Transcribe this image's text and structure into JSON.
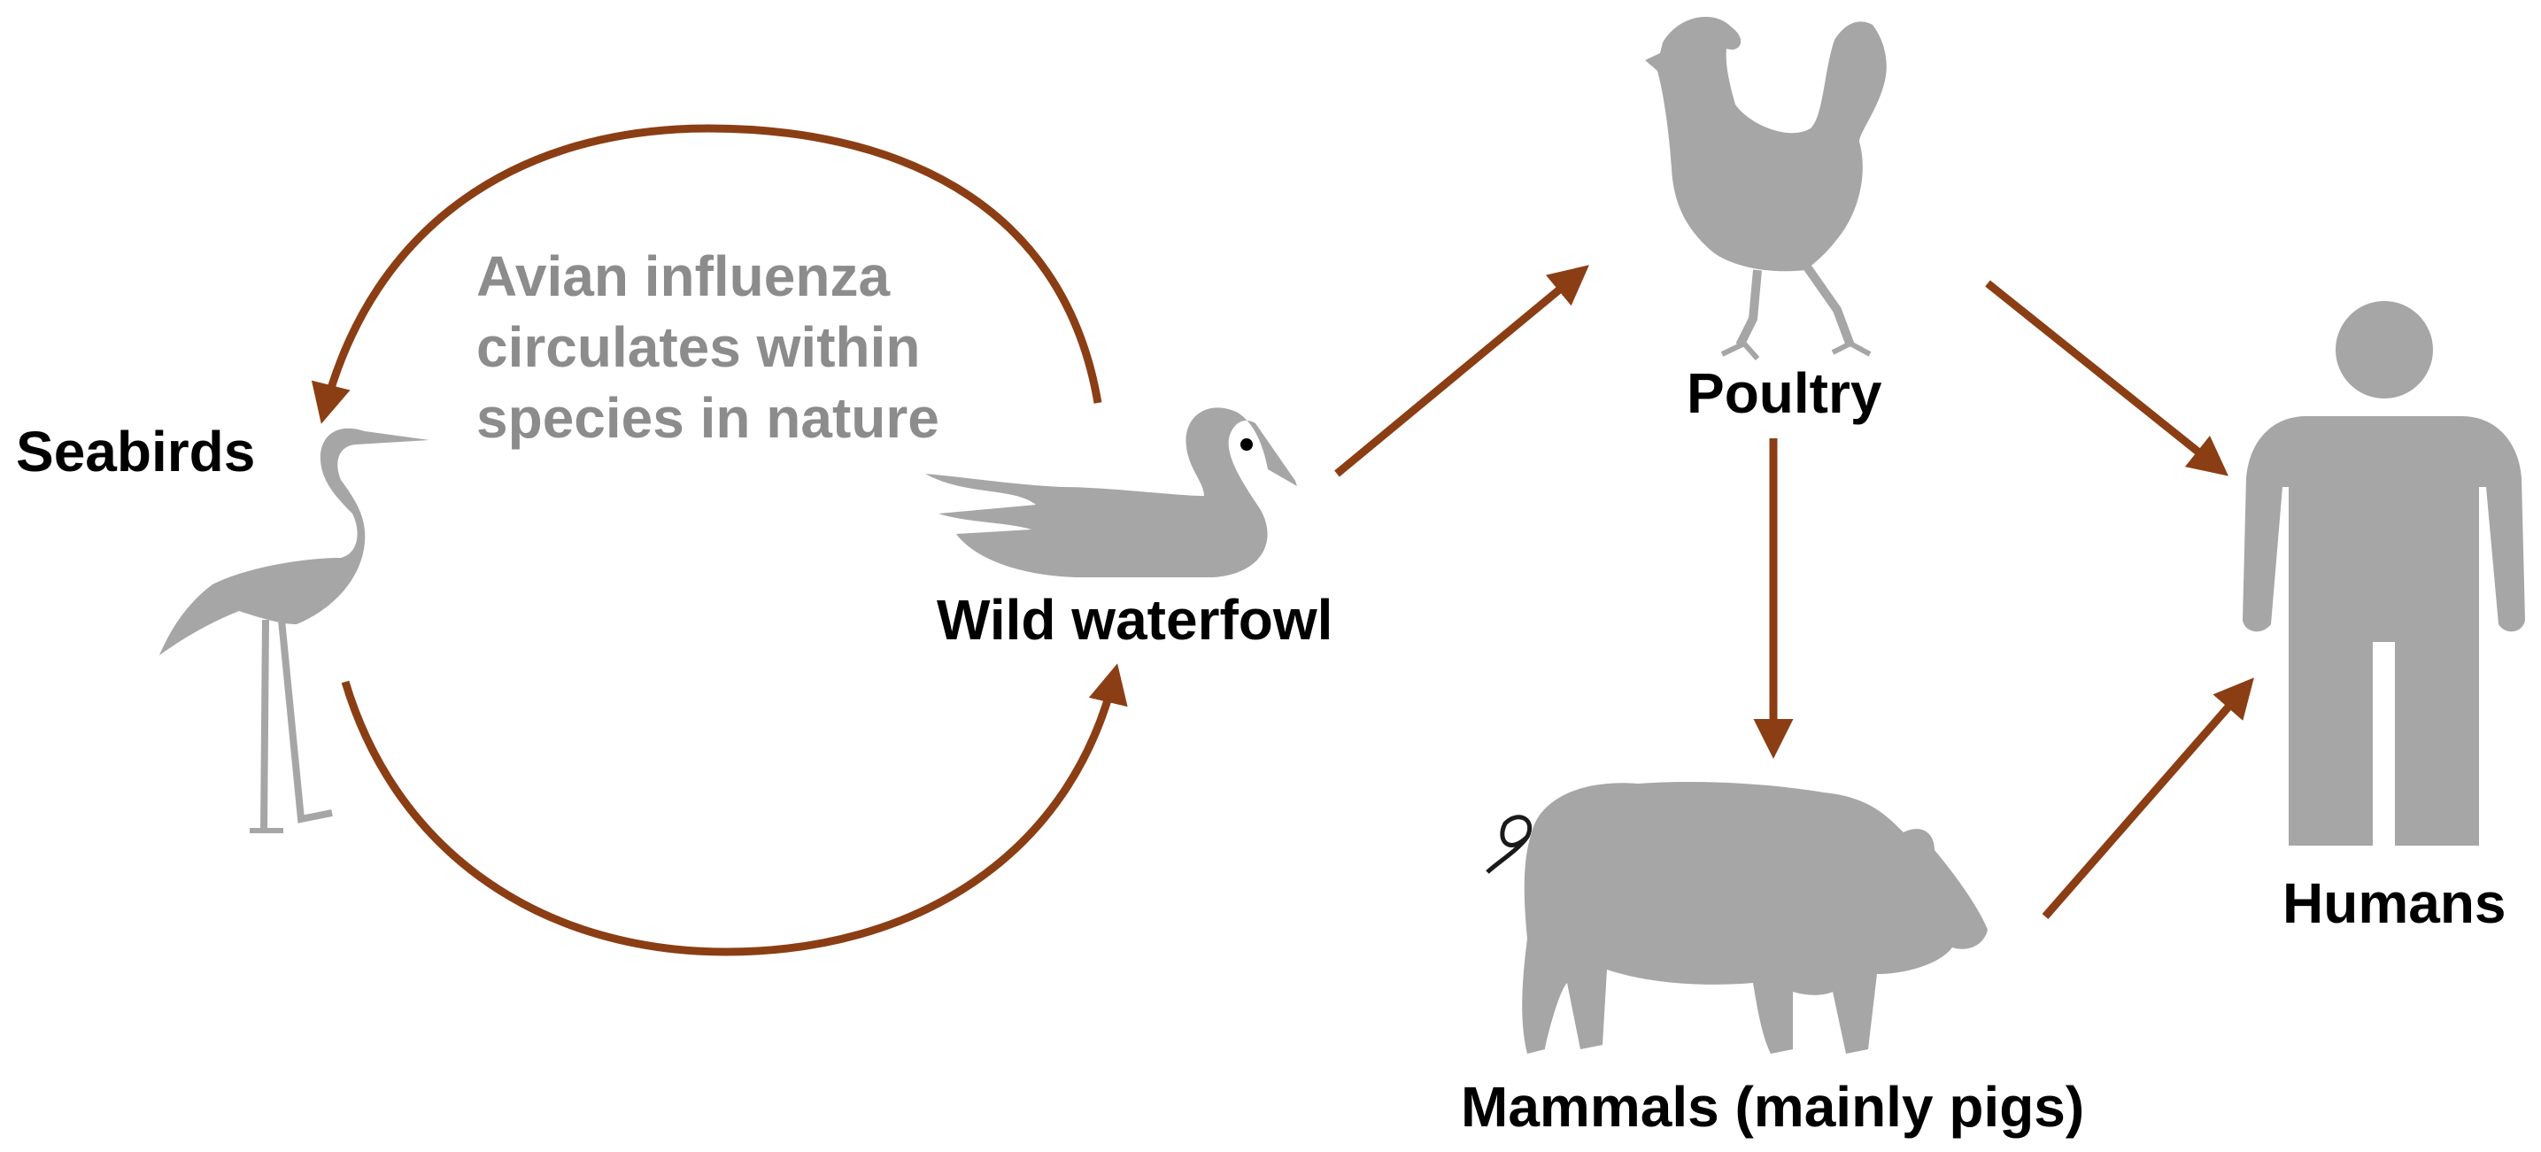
{
  "labels": {
    "seabirds": "Seabirds",
    "wild_waterfowl": "Wild waterfowl",
    "poultry": "Poultry",
    "mammals": "Mammals (mainly pigs)",
    "humans": "Humans"
  },
  "annotation": {
    "lines": [
      "Avian influenza",
      "circulates within",
      "species in nature"
    ]
  },
  "icons": [
    "heron-icon",
    "duck-icon",
    "chicken-icon",
    "pig-icon",
    "human-icon"
  ],
  "colors": {
    "arrow": "#8b3e14",
    "silhouette": "#a6a6a6",
    "annotation_text": "#8c8c8c",
    "label_text": "#000000"
  }
}
